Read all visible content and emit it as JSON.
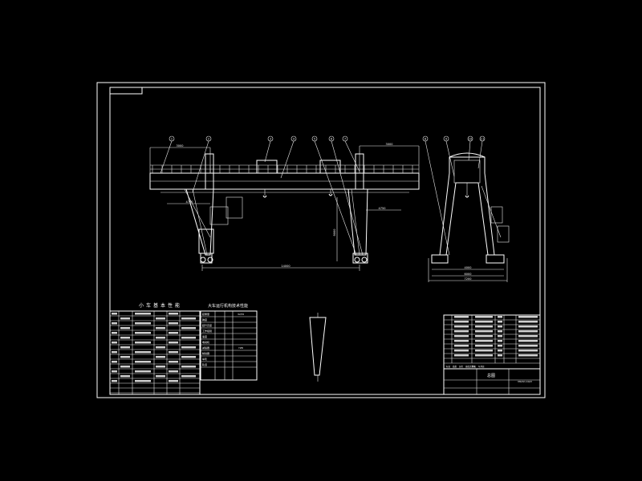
{
  "table_left": {
    "title": "小车基本性能",
    "header": [
      "",
      "",
      "",
      ""
    ]
  },
  "table_middle": {
    "title": "大车运行机构技术性能",
    "rows": [
      [
        "起重量",
        "",
        "",
        "32/5t"
      ],
      [
        "跨度",
        "",
        "",
        ""
      ],
      [
        "起升高度",
        "",
        "",
        ""
      ],
      [
        "工作级别",
        "",
        "",
        ""
      ],
      [
        "速度",
        "",
        "",
        ""
      ],
      [
        "电动机",
        "",
        "",
        ""
      ],
      [
        "减速器",
        "",
        "",
        "YZR"
      ],
      [
        "制动器",
        "",
        "",
        ""
      ],
      [
        "车轮",
        "",
        "",
        ""
      ],
      [
        "轨道",
        "",
        "",
        ""
      ]
    ]
  },
  "dimensions": {
    "span": "14000",
    "left_height": "4750",
    "right_height": "4750",
    "cantilever_left": "3000",
    "cantilever_right": "3000",
    "mid_height": "9000",
    "side_base": "6000",
    "side_base_lower": "7200",
    "side_base_inner": "4000"
  },
  "balloons": {
    "front": [
      "1",
      "2",
      "3",
      "4",
      "5",
      "6",
      "7"
    ],
    "side": [
      "8",
      "9",
      "10",
      "11"
    ]
  },
  "title_block": {
    "title": "总图",
    "drawing_no": "MG32-14A3",
    "labels": [
      "标记",
      "处数",
      "分区",
      "更改文件号",
      "签名",
      "年月日"
    ]
  }
}
